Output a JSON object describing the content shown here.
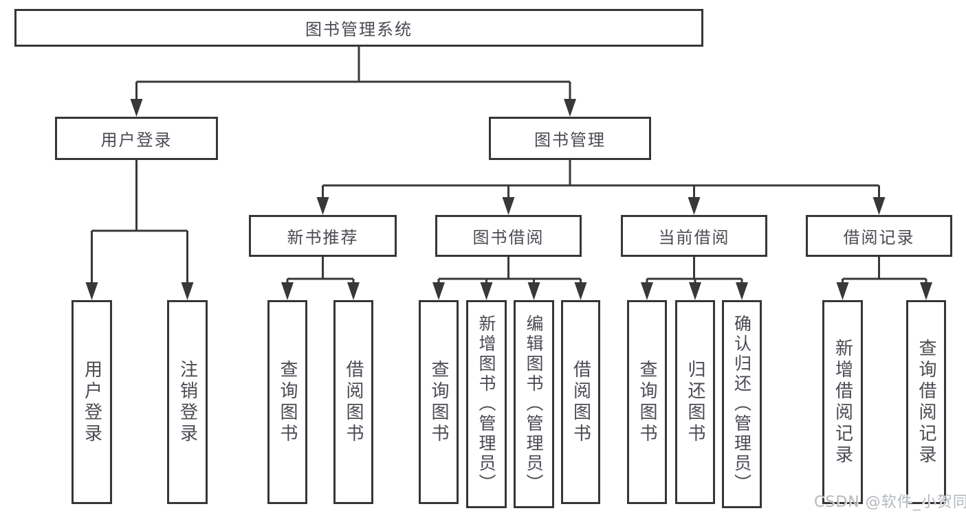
{
  "diagram": {
    "root": {
      "label": "图书管理系统"
    },
    "branches": [
      {
        "label": "用户登录",
        "children": [
          {
            "label": "用户登录"
          },
          {
            "label": "注销登录"
          }
        ]
      },
      {
        "label": "图书管理",
        "groups": [
          {
            "label": "新书推荐",
            "children": [
              {
                "label": "查询图书"
              },
              {
                "label": "借阅图书"
              }
            ]
          },
          {
            "label": "图书借阅",
            "children": [
              {
                "label": "查询图书"
              },
              {
                "label": "新增图书（管理员）"
              },
              {
                "label": "编辑图书（管理员）"
              },
              {
                "label": "借阅图书"
              }
            ]
          },
          {
            "label": "当前借阅",
            "children": [
              {
                "label": "查询图书"
              },
              {
                "label": "归还图书"
              },
              {
                "label": "确认归还（管理员）"
              }
            ]
          },
          {
            "label": "借阅记录",
            "children": [
              {
                "label": "新增借阅记录"
              },
              {
                "label": "查询借阅记录"
              }
            ]
          }
        ]
      }
    ]
  },
  "watermark": {
    "text": "CSDN @软件_小贺同学"
  },
  "colors": {
    "line": "#383838",
    "border": "#363636",
    "text": "#4a4a52",
    "watermark": "#b4b8bc",
    "background": "#ffffff"
  }
}
